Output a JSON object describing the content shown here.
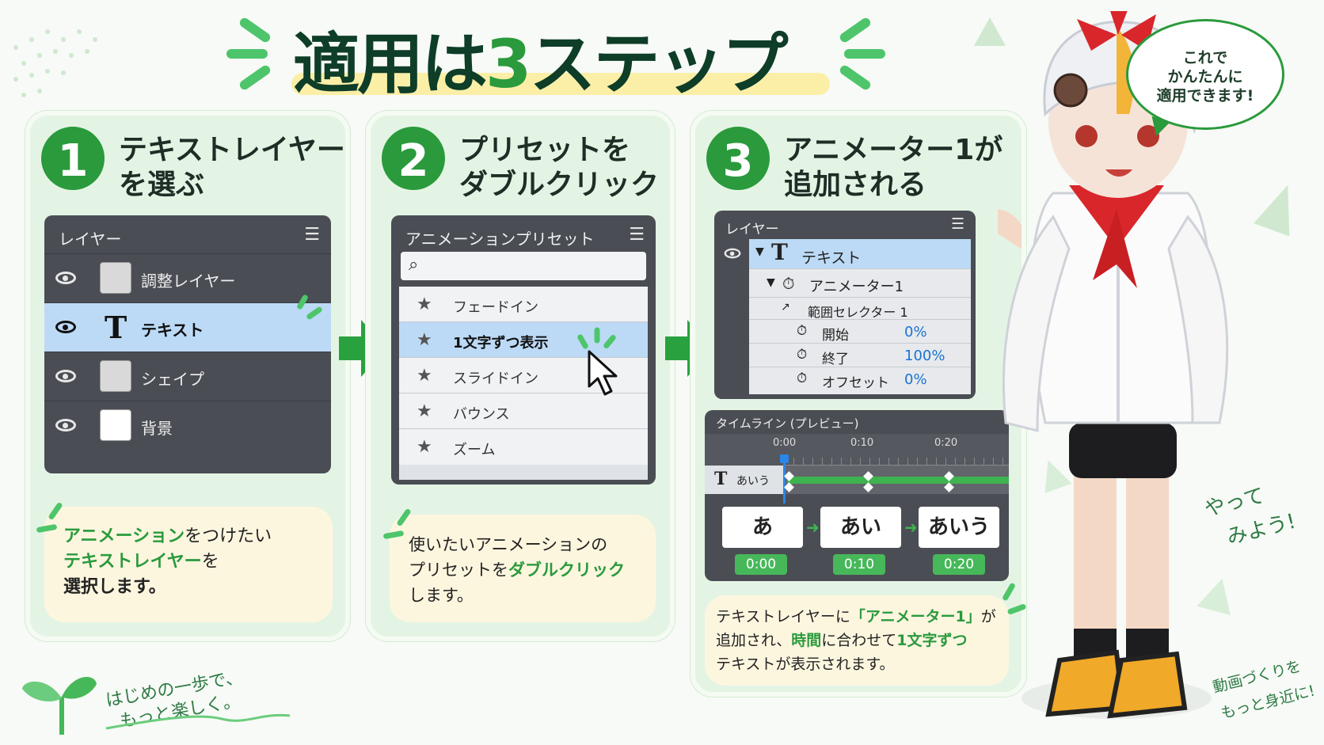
{
  "title": {
    "prefix": "適用は",
    "number": "3",
    "suffix": "ステップ"
  },
  "steps": [
    {
      "num": "1",
      "heading1": "テキストレイヤー",
      "heading2": "を選ぶ"
    },
    {
      "num": "2",
      "heading1": "プリセットを",
      "heading2": "ダブルクリック"
    },
    {
      "num": "3",
      "heading1": "アニメーター1が",
      "heading2": "追加される"
    }
  ],
  "layers_panel": {
    "title": "レイヤー",
    "items": [
      {
        "name": "調整レイヤー",
        "selected": false
      },
      {
        "name": "テキスト",
        "selected": true,
        "glyph": "T"
      },
      {
        "name": "シェイプ",
        "selected": false
      },
      {
        "name": "背景",
        "selected": false
      }
    ]
  },
  "preset_panel": {
    "title": "アニメーションプリセット",
    "search_placeholder": "",
    "items": [
      {
        "name": "フェードイン",
        "selected": false
      },
      {
        "name": "1文字ずつ表示",
        "selected": true
      },
      {
        "name": "スライドイン",
        "selected": false
      },
      {
        "name": "バウンス",
        "selected": false
      },
      {
        "name": "ズーム",
        "selected": false
      }
    ]
  },
  "result_panel": {
    "title": "レイヤー",
    "layer": "テキスト",
    "animator": "アニメーター1",
    "selector": "範囲セレクター 1",
    "props": [
      {
        "label": "開始",
        "value": "0%"
      },
      {
        "label": "終了",
        "value": "100%"
      },
      {
        "label": "オフセット",
        "value": "0%"
      }
    ]
  },
  "timeline": {
    "title": "タイムライン (プレビュー)",
    "ticks": [
      "0:00",
      "0:10",
      "0:20"
    ],
    "track_label": "あいう",
    "frames": [
      {
        "text": "あ",
        "time": "0:00"
      },
      {
        "text": "あい",
        "time": "0:10"
      },
      {
        "text": "あいう",
        "time": "0:20"
      }
    ]
  },
  "notes": {
    "n1": {
      "a": "アニメーション",
      "b": "をつけたい",
      "c": "テキストレイヤー",
      "d": "を",
      "e": "選択します。"
    },
    "n2": {
      "a": "使いたいアニメーションの",
      "b": "プリセットを",
      "c": "ダブルクリック",
      "d": "します。"
    },
    "n3": {
      "a": "テキストレイヤーに",
      "b": "「アニメーター1」",
      "c": "が",
      "d": "追加され、",
      "e": "時間",
      "f": "に合わせて",
      "g": "1文字ずつ",
      "h": "テキストが表示されます。"
    }
  },
  "bubble": {
    "l1": "これで",
    "l2": "かんたんに",
    "l3": "適用できます!"
  },
  "handwriting": {
    "sprout_1": "はじめの一歩で、",
    "sprout_2": "もっと楽しく。",
    "try_1": "やって",
    "try_2": "みよう!",
    "bottom_1": "動画づくりを",
    "bottom_2": "もっと身近に!"
  },
  "colors": {
    "accent": "#2a9a3c",
    "dark": "#0e3d28",
    "panel": "#4a4d54",
    "selection": "#bcdaf5",
    "note_bg": "#fdf6df"
  }
}
